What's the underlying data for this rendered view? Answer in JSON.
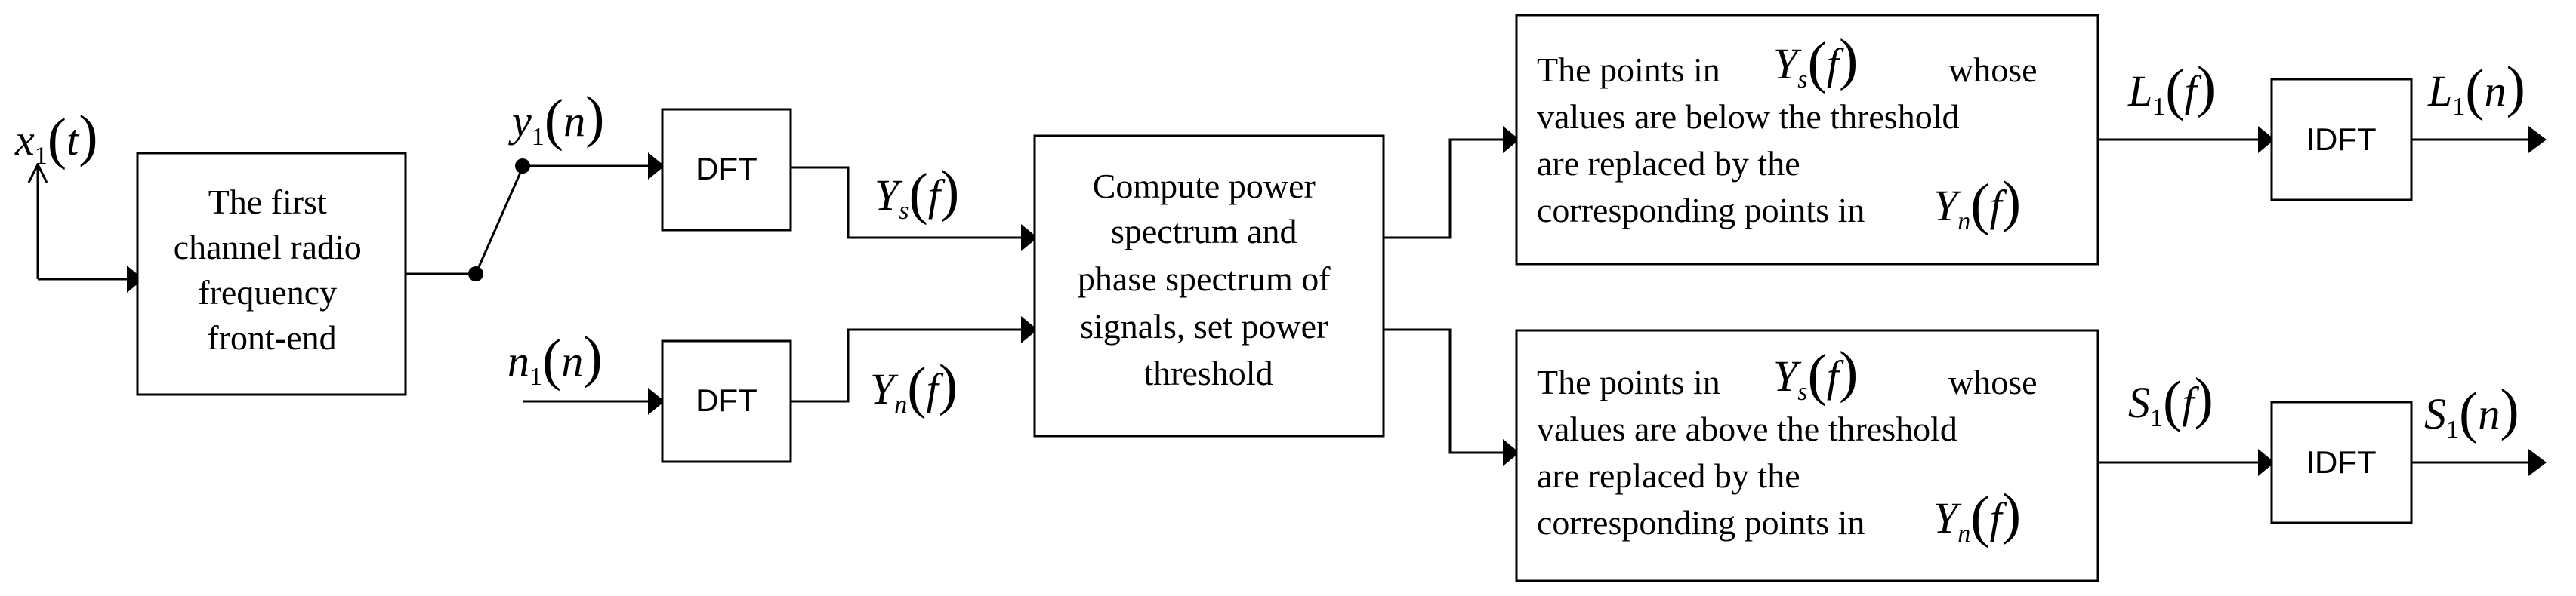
{
  "blocks": {
    "rf_frontend": [
      "The first",
      "channel radio",
      "frequency",
      "front-end"
    ],
    "dft_top": "DFT",
    "dft_bottom": "DFT",
    "compute": [
      "Compute  power",
      "spectrum and",
      "phase spectrum of",
      "signals, set  power",
      "threshold"
    ],
    "replace_below": [
      "The points in",
      "whose",
      "values are below the threshold",
      "are replaced by the",
      "corresponding points in"
    ],
    "replace_above": [
      "The points in",
      "whose",
      "values are above the threshold",
      "are replaced by the",
      "corresponding points in"
    ],
    "idft_top": "IDFT",
    "idft_bottom": "IDFT"
  },
  "signals": {
    "x1t": {
      "base": "x",
      "sub": "1",
      "arg": "t"
    },
    "y1n": {
      "base": "y",
      "sub": "1",
      "arg": "n"
    },
    "n1n": {
      "base": "n",
      "sub": "1",
      "arg": "n"
    },
    "Ysf": {
      "base": "Y",
      "sub": "s",
      "arg": "f"
    },
    "Ynf": {
      "base": "Y",
      "sub": "n",
      "arg": "f"
    },
    "L1f": {
      "base": "L",
      "sub": "1",
      "arg": "f"
    },
    "L1n": {
      "base": "L",
      "sub": "1",
      "arg": "n"
    },
    "S1f": {
      "base": "S",
      "sub": "1",
      "arg": "f"
    },
    "S1n": {
      "base": "S",
      "sub": "1",
      "arg": "n"
    }
  }
}
